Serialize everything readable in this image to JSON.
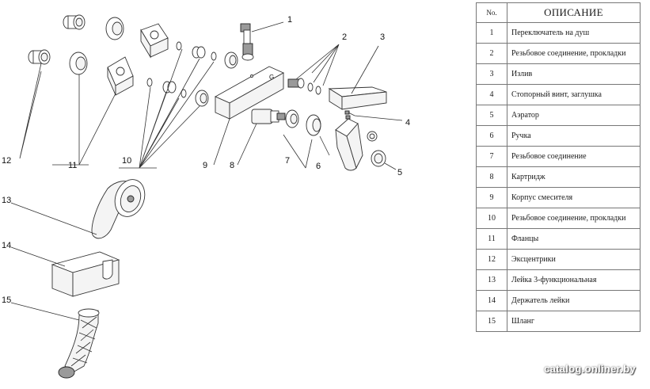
{
  "callouts": [
    "1",
    "2",
    "3",
    "4",
    "5",
    "6",
    "7",
    "8",
    "9",
    "10",
    "11",
    "12",
    "13",
    "14",
    "15"
  ],
  "legend": {
    "header_no": "No.",
    "header_desc": "ОПИСАНИЕ",
    "rows": [
      {
        "no": "1",
        "desc": "Переключатель на душ"
      },
      {
        "no": "2",
        "desc": "Резьбовое соединение, прокладки"
      },
      {
        "no": "3",
        "desc": "Излив"
      },
      {
        "no": "4",
        "desc": "Стопорный винт, заглушка"
      },
      {
        "no": "5",
        "desc": "Аэратор"
      },
      {
        "no": "6",
        "desc": "Ручка"
      },
      {
        "no": "7",
        "desc": "Резьбовое соединение"
      },
      {
        "no": "8",
        "desc": "Картридж"
      },
      {
        "no": "9",
        "desc": "Корпус смесителя"
      },
      {
        "no": "10",
        "desc": "Резьбовое соединение, прокладки"
      },
      {
        "no": "11",
        "desc": "Фланцы"
      },
      {
        "no": "12",
        "desc": "Эксцентрики"
      },
      {
        "no": "13",
        "desc": "Лейка 3-функциональная"
      },
      {
        "no": "14",
        "desc": "Держатель лейки"
      },
      {
        "no": "15",
        "desc": "Шланг"
      }
    ]
  },
  "watermark": "catalog.onliner.by"
}
